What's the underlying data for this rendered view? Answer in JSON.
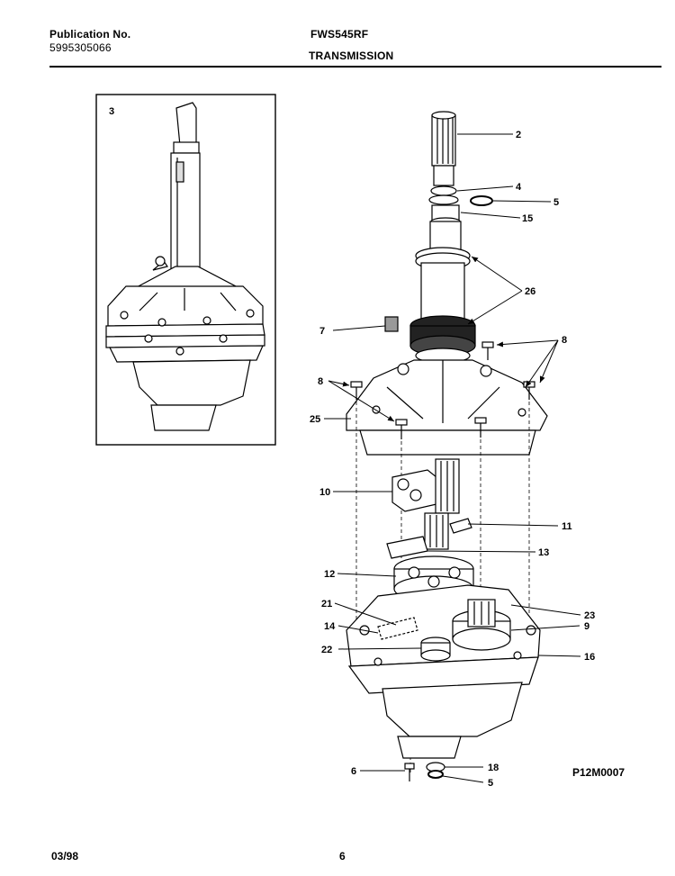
{
  "header": {
    "publication_label": "Publication No.",
    "publication_number": "5995305066",
    "model": "FWS545RF",
    "section": "TRANSMISSION"
  },
  "footer": {
    "date": "03/98",
    "page": "6"
  },
  "diagram": {
    "code": "P12M0007",
    "callouts": {
      "inset": "3",
      "c2": "2",
      "c4": "4",
      "c5a": "5",
      "c15": "15",
      "c26": "26",
      "c7": "7",
      "c8a": "8",
      "c8b": "8",
      "c25": "25",
      "c10": "10",
      "c11": "11",
      "c13": "13",
      "c12": "12",
      "c21": "21",
      "c23": "23",
      "c14": "14",
      "c9": "9",
      "c22": "22",
      "c16": "16",
      "c6": "6",
      "c18": "18",
      "c5b": "5"
    }
  }
}
